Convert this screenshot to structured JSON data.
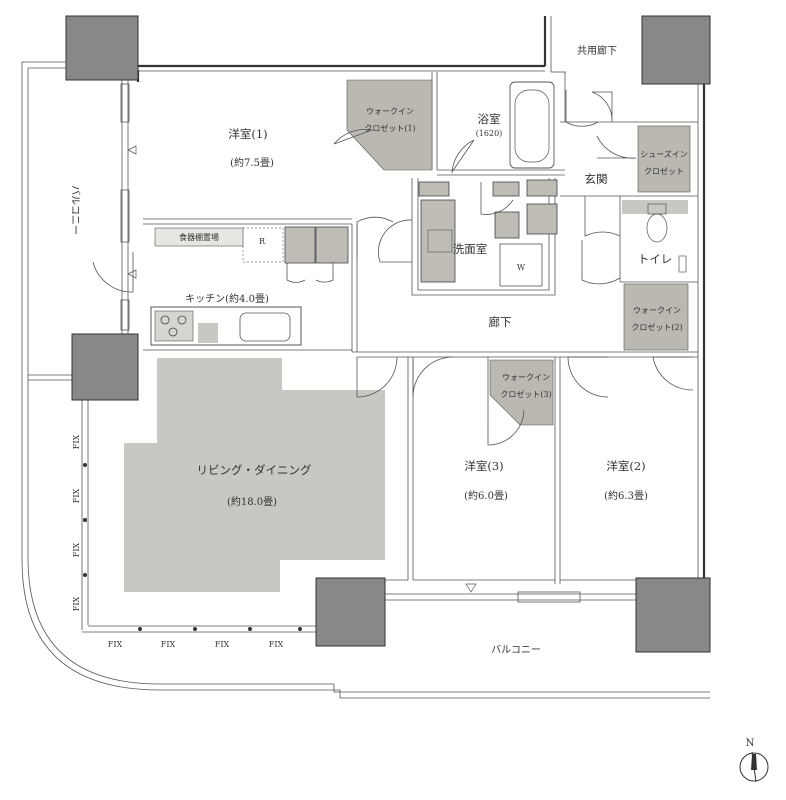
{
  "rooms": {
    "western1": {
      "name": "洋室(1)",
      "area": "(約7.5畳)"
    },
    "wic1": {
      "line1": "ウォークイン",
      "line2": "クロゼット(1)"
    },
    "bath": {
      "name": "浴室",
      "size": "(1620)"
    },
    "shared_corridor": "共用廊下",
    "shoes_closet": {
      "line1": "シューズイン",
      "line2": "クロゼット"
    },
    "entrance": "玄関",
    "washroom": "洗面室",
    "washer": "W",
    "toilet": "トイレ",
    "wic2": {
      "line1": "ウォークイン",
      "line2": "クロゼット(2)"
    },
    "cupboard": "食器棚置場",
    "fridge": "R",
    "kitchen": "キッチン(約4.0畳)",
    "hallway": "廊下",
    "wic3": {
      "line1": "ウォークイン",
      "line2": "クロゼット(3)"
    },
    "living": {
      "name": "リビング・ダイニング",
      "area": "(約18.0畳)"
    },
    "western3": {
      "name": "洋室(3)",
      "area": "(約6.0畳)"
    },
    "western2": {
      "name": "洋室(2)",
      "area": "(約6.3畳)"
    },
    "balcony_west": "バルコニー",
    "balcony_south": "バルコニー"
  },
  "fix_label": "FIX",
  "north": "N",
  "colors": {
    "column": "#888888",
    "floor_gray": "#c9c7c1",
    "wall": "#333333"
  }
}
